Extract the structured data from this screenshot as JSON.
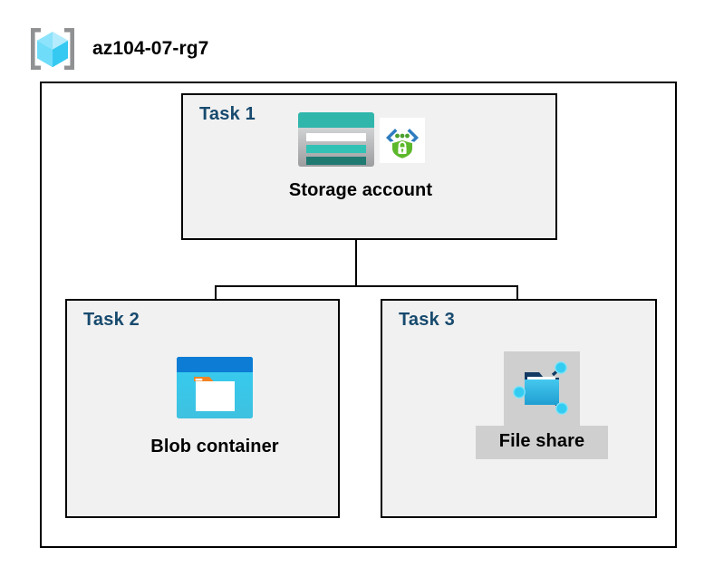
{
  "header": {
    "icon": "resource-group-cube-icon",
    "title": "az104-07-rg7"
  },
  "diagram": {
    "type": "azure-architecture-diagram",
    "container": "resource-group-frame",
    "colors": {
      "task_label": "#174a6e",
      "task_box_fill": "#f1f1f1",
      "border": "#000000",
      "frame_fill": "#ffffff",
      "fileshare_plate": "#cfcfcf",
      "storage_teal": "#31b6ac",
      "storage_teal_dark": "#1f7a72",
      "blob_blue": "#0c7cd5",
      "blob_cyan": "#32c8ef",
      "blob_orange": "#f28322",
      "endpoint_blue": "#2f7dc0",
      "endpoint_green": "#5cb82b",
      "fileshare_node": "#32c8ef",
      "cube_cyan": "#9ee7fb",
      "bracket_gray": "#8f9192"
    },
    "tasks": [
      {
        "id": "task-1",
        "label": "Task 1",
        "node": {
          "caption": "Storage account",
          "icons": [
            "storage-account-icon",
            "private-endpoint-shield-icon"
          ]
        }
      },
      {
        "id": "task-2",
        "label": "Task 2",
        "node": {
          "caption": "Blob container",
          "icons": [
            "blob-container-icon"
          ]
        }
      },
      {
        "id": "task-3",
        "label": "Task 3",
        "node": {
          "caption": "File share",
          "icons": [
            "file-share-icon"
          ]
        }
      }
    ],
    "connections": [
      {
        "from": "task-1",
        "to": "task-2"
      },
      {
        "from": "task-1",
        "to": "task-3"
      }
    ]
  }
}
